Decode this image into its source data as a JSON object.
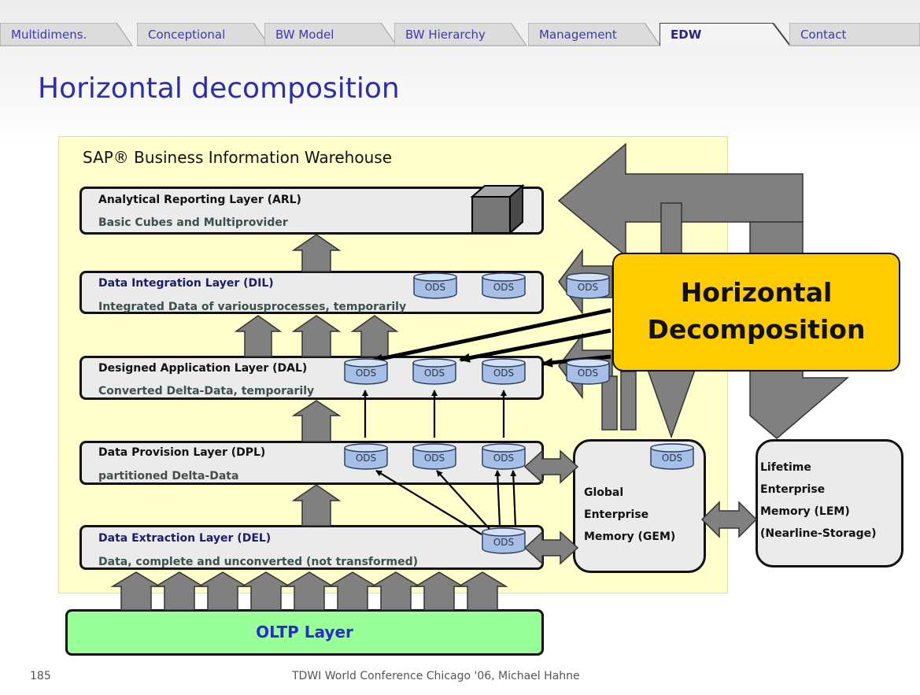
{
  "tabs": [
    {
      "label": "Multidimens.",
      "active": false
    },
    {
      "label": "Conceptional",
      "active": false
    },
    {
      "label": "BW Model",
      "active": false
    },
    {
      "label": "BW Hierarchy",
      "active": false
    },
    {
      "label": "Management",
      "active": false
    },
    {
      "label": "EDW",
      "active": true
    },
    {
      "label": "Contact",
      "active": false
    }
  ],
  "slide": {
    "title": "Horizontal decomposition"
  },
  "warehouse": {
    "title": "SAP® Business Information Warehouse"
  },
  "layers": [
    {
      "name": "Analytical Reporting Layer (ARL)",
      "description": "Basic Cubes and Multiprovider"
    },
    {
      "name": "Data Integration Layer (DIL)",
      "description": "Integrated Data of variousprocesses, temporarily"
    },
    {
      "name": "Designed Application Layer (DAL)",
      "description": "Converted Delta-Data, temporarily"
    },
    {
      "name": "Data Provision Layer (DPL)",
      "description": "partitioned Delta-Data"
    },
    {
      "name": "Data Extraction Layer (DEL)",
      "description": "Data, complete and unconverted (not transformed)"
    }
  ],
  "ods_label": "ODS",
  "oltp": {
    "label": "OLTP Layer"
  },
  "gem": {
    "lines": [
      "Global",
      "Enterprise",
      "Memory (GEM)"
    ]
  },
  "lem": {
    "lines": [
      "Lifetime",
      "Enterprise",
      "Memory (LEM)",
      "(Nearline-Storage)"
    ]
  },
  "callout": {
    "line1": "Horizontal",
    "line2": "Decomposition"
  },
  "colors": {
    "title": "#2e2eaa",
    "callout": "#ffcc00",
    "oltp": "#99ff99",
    "warehouse": "#ffffcc",
    "arrow": "#808080"
  },
  "footer": {
    "page": "185",
    "text": "TDWI World Conference Chicago '06,   Michael Hahne"
  }
}
